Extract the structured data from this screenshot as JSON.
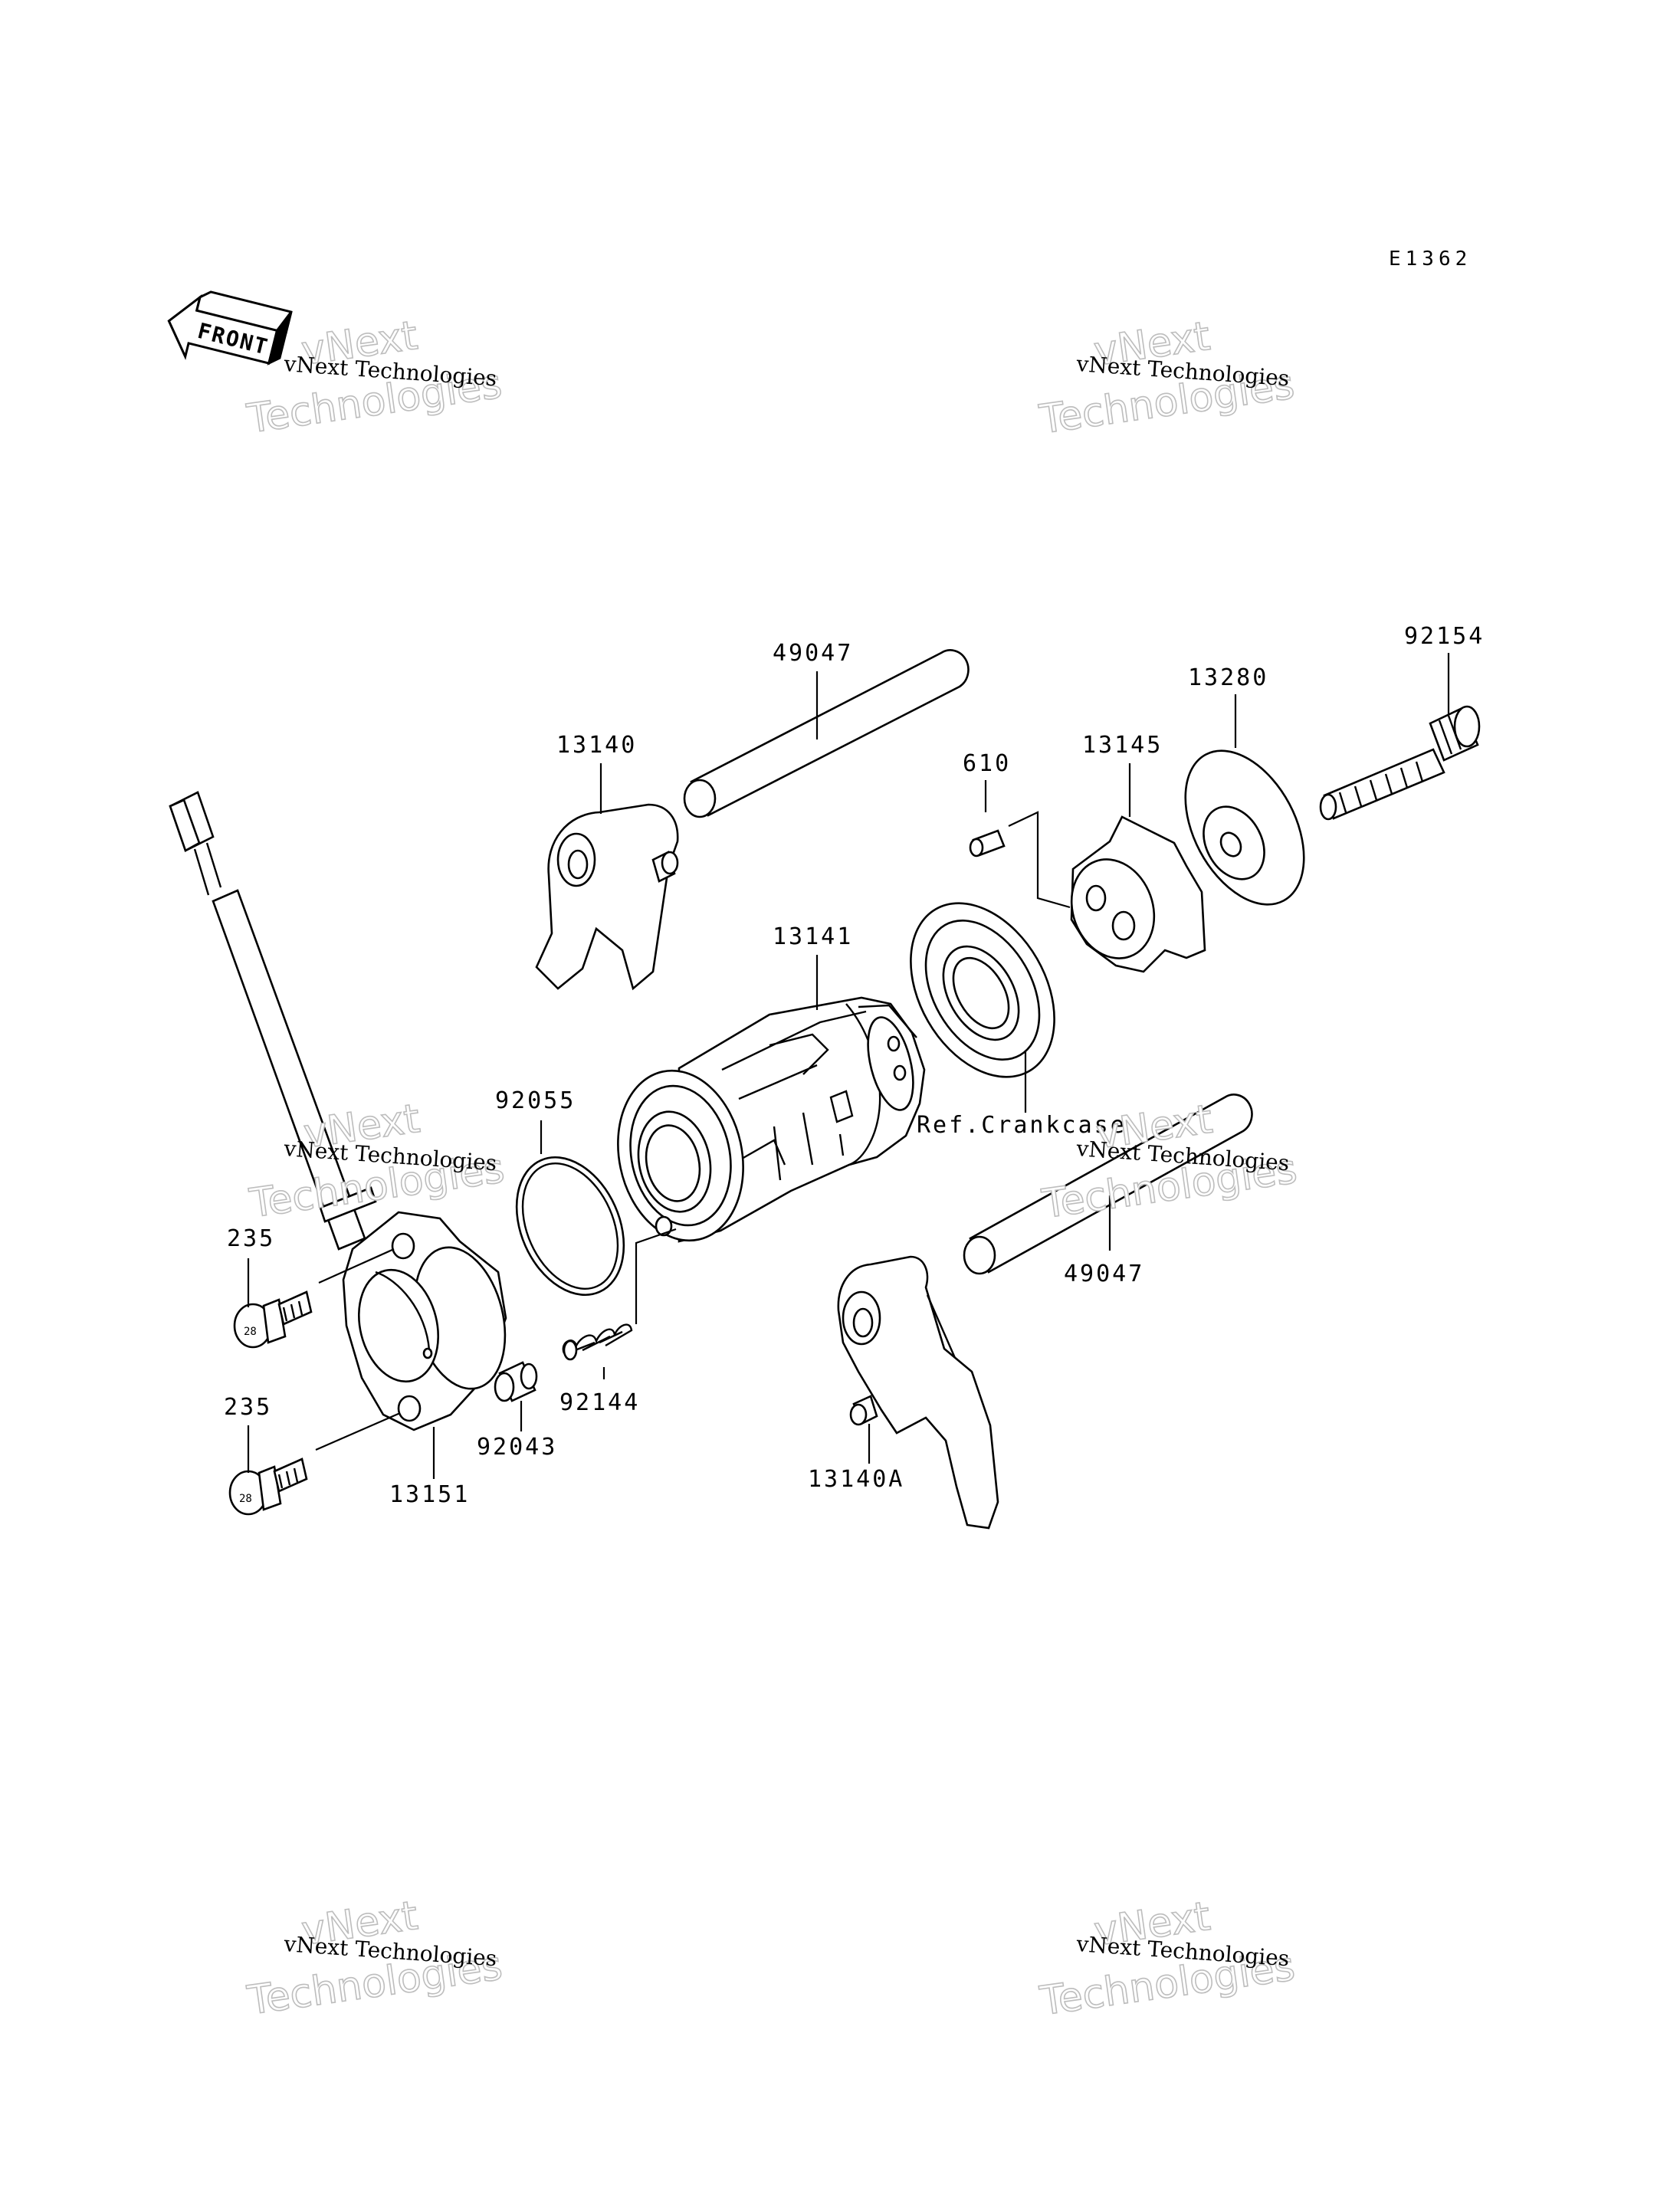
{
  "diagram": {
    "code": "E1362",
    "front_label": "FRONT",
    "labels": {
      "p49047_top": "49047",
      "p92154": "92154",
      "p13280": "13280",
      "p13140": "13140",
      "p610": "610",
      "p13145": "13145",
      "p13141": "13141",
      "p92055": "92055",
      "ref_crankcase": "Ref.Crankcase",
      "p235_top": "235",
      "p235_bottom": "235",
      "p49047_bottom": "49047",
      "p92144": "92144",
      "p92043": "92043",
      "p13151": "13151",
      "p13140A": "13140A"
    }
  },
  "watermark": {
    "line_small": "vNext Technologies",
    "line_big_1": "vNext",
    "line_big_2": "Technologies"
  }
}
